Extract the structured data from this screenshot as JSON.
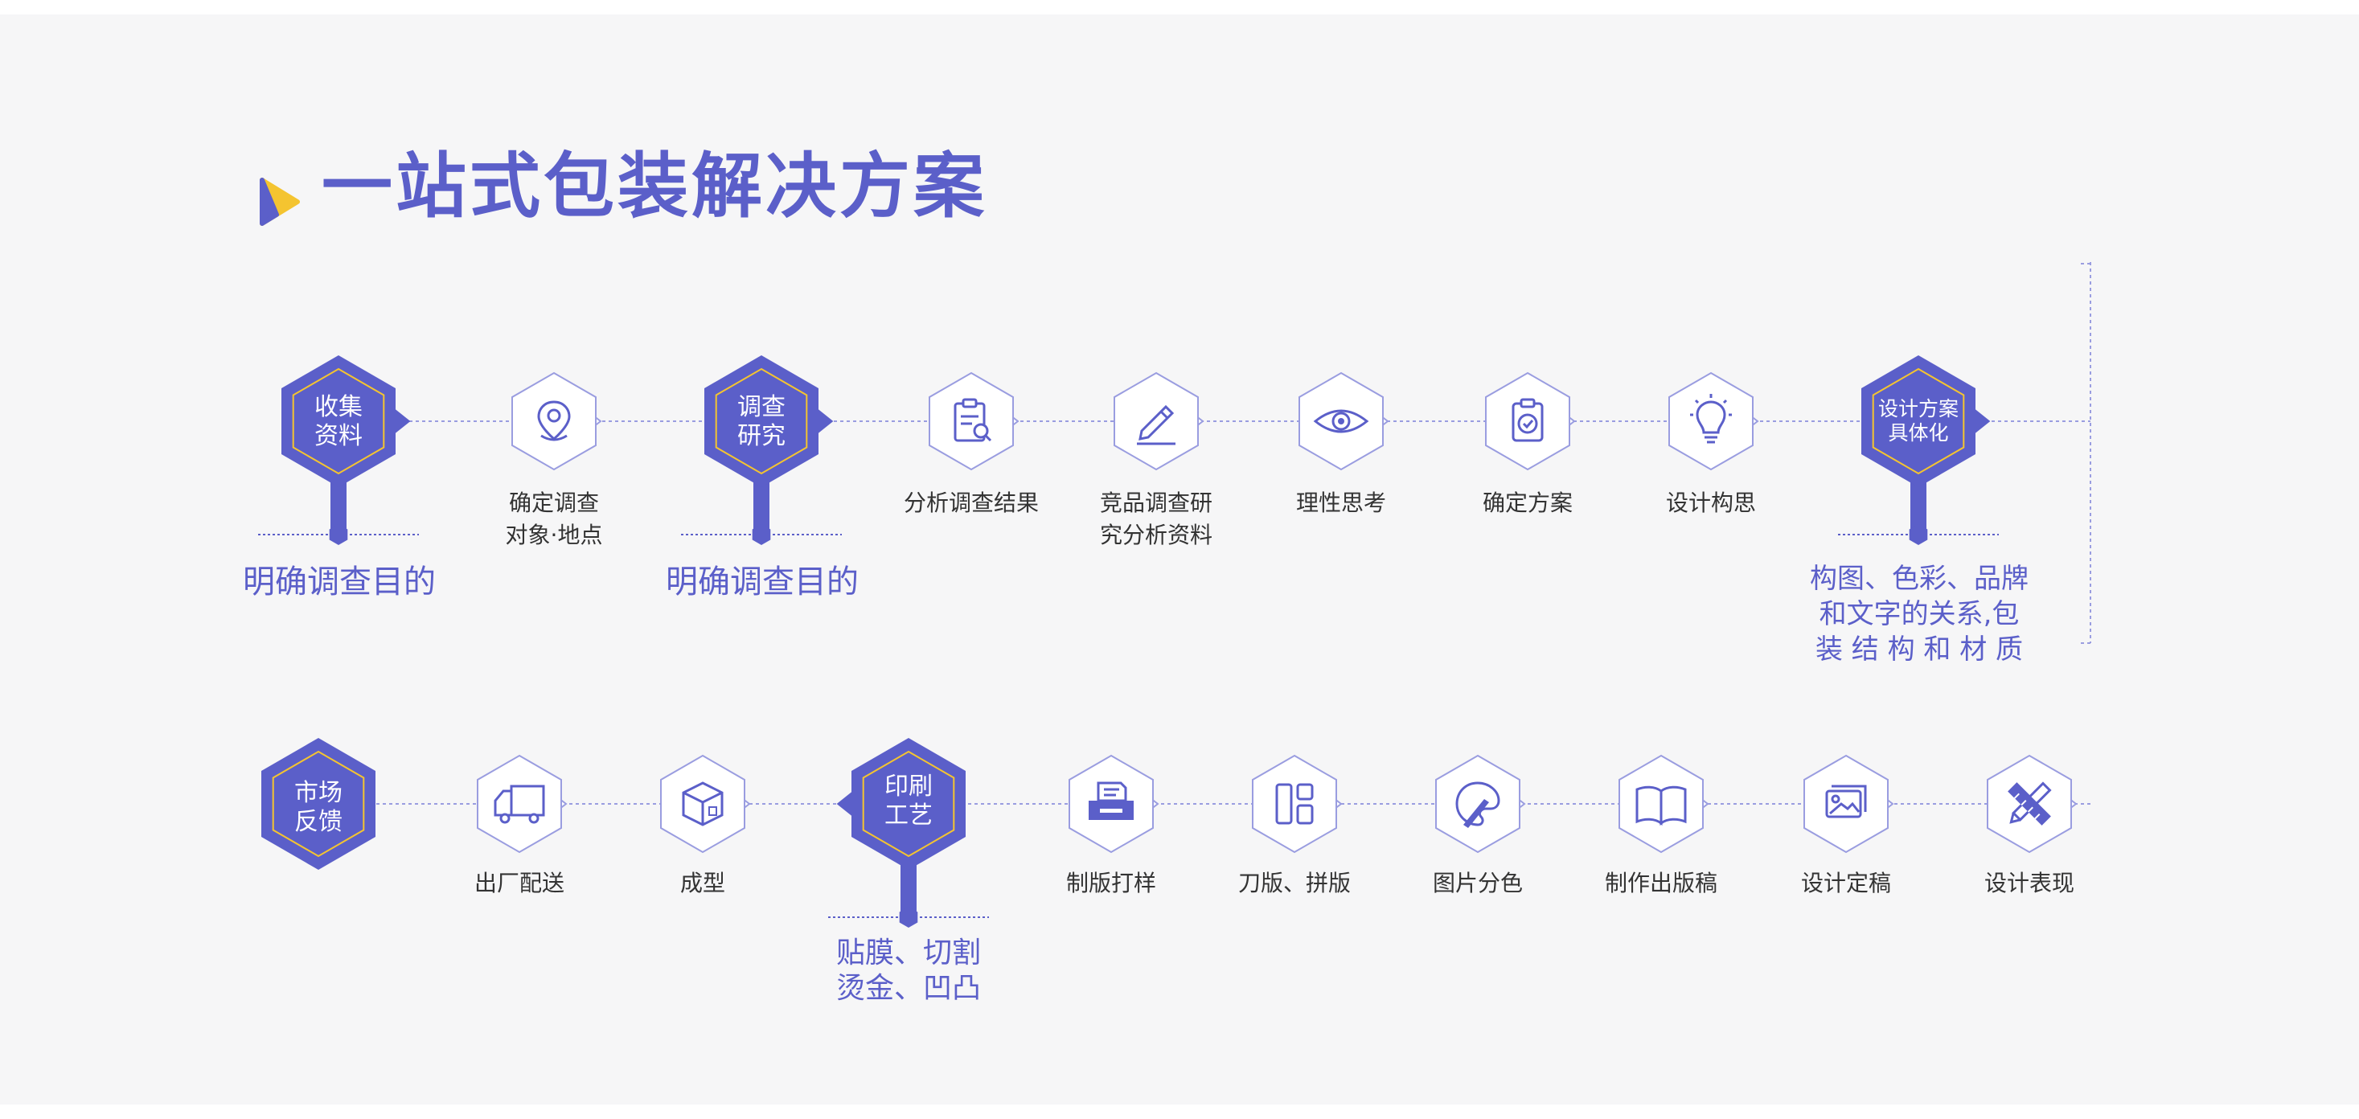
{
  "title": "一站式包装解决方案",
  "colors": {
    "primary": "#5b5fc9",
    "accent": "#f4c430",
    "line": "#9a9de0",
    "text": "#333333",
    "bg": "#f6f6f7"
  },
  "row1": {
    "major": [
      {
        "label": "收集\n资料",
        "caption": "明确调查目的"
      },
      {
        "label": "调查\n研究",
        "caption": "明确调查目的"
      },
      {
        "label": "设计方案\n具体化",
        "caption": "构图、色彩、品牌\n和文字的关系,包\n装 结 构 和 材 质"
      }
    ],
    "steps": [
      {
        "label": "确定调查\n对象·地点",
        "icon": "location-pin-icon"
      },
      {
        "label": "分析调查结果",
        "icon": "clipboard-search-icon"
      },
      {
        "label": "竞品调查研\n究分析资料",
        "icon": "pen-icon"
      },
      {
        "label": "理性思考",
        "icon": "eye-icon"
      },
      {
        "label": "确定方案",
        "icon": "clipboard-check-icon"
      },
      {
        "label": "设计构思",
        "icon": "lightbulb-icon"
      }
    ]
  },
  "row2": {
    "major": [
      {
        "label": "市场\n反馈"
      },
      {
        "label": "印刷\n工艺",
        "caption": "贴膜、切割\n烫金、凹凸"
      }
    ],
    "steps": [
      {
        "label": "出厂配送",
        "icon": "truck-icon"
      },
      {
        "label": "成型",
        "icon": "package-box-icon"
      },
      {
        "label": "制版打样",
        "icon": "printer-icon"
      },
      {
        "label": "刀版、拼版",
        "icon": "layout-icon"
      },
      {
        "label": "图片分色",
        "icon": "palette-icon"
      },
      {
        "label": "制作出版稿",
        "icon": "open-book-icon"
      },
      {
        "label": "设计定稿",
        "icon": "images-icon"
      },
      {
        "label": "设计表现",
        "icon": "pencil-ruler-icon"
      }
    ]
  }
}
